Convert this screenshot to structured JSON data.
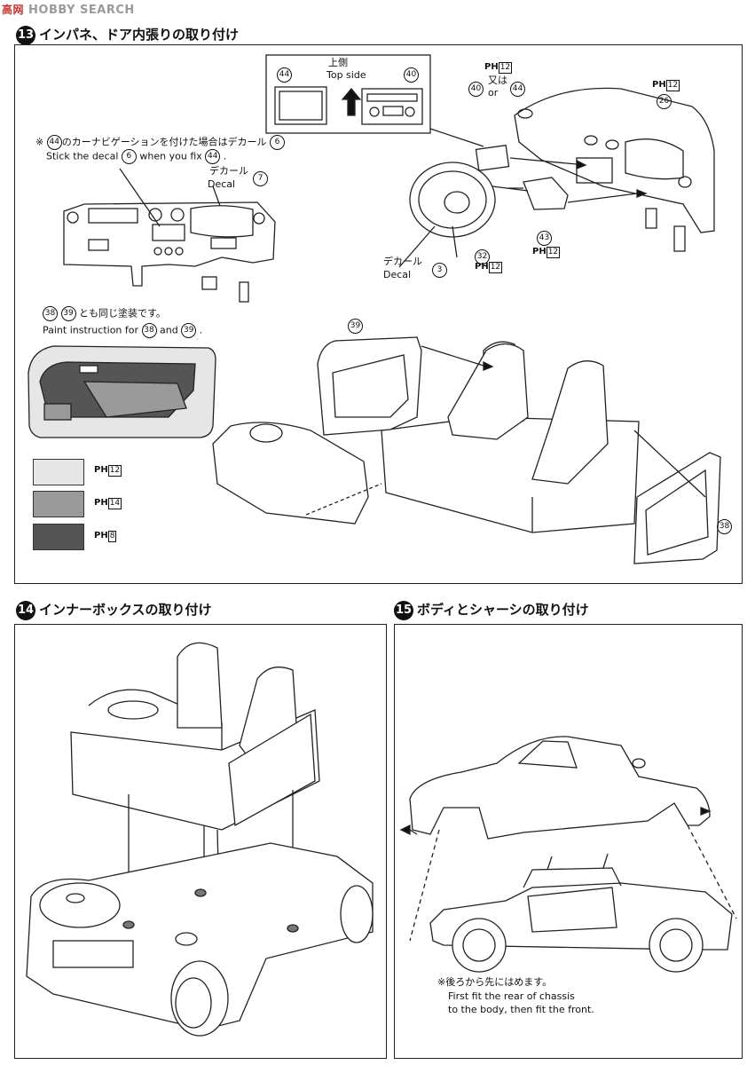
{
  "watermark": {
    "text": "HOBBY SEARCH",
    "cn": "高网"
  },
  "steps": [
    {
      "num": "13",
      "title": "インパネ、ドア内張りの取り付け"
    },
    {
      "num": "14",
      "title": "インナーボックスの取り付け"
    },
    {
      "num": "15",
      "title": "ボディとシャーシの取り付け"
    }
  ],
  "step13": {
    "top_side_jp": "上側",
    "top_side_en": "Top side",
    "part44": "44",
    "part40": "40",
    "or_jp": "又は",
    "or_en": "or",
    "part26": "26",
    "part43": "43",
    "part32": "32",
    "decal_jp": "デカール",
    "decal_en": "Decal",
    "decal3": "3",
    "decal7": "7",
    "decal6": "6",
    "note_mark": "※",
    "note_jp_a": "のカーナビゲーションを付けた場合はデカール",
    "note_en_a": "Stick the decal",
    "note_en_b": "when you fix",
    "note_en_c": ".",
    "paint_jp": "とも同じ塗装です。",
    "paint_en": "Paint instruction for",
    "paint_and": "and",
    "paint_end": ".",
    "part38": "38",
    "part39": "39",
    "ph_label": "PH",
    "ph12": "12",
    "ph14": "14",
    "ph8": "8"
  },
  "swatches": [
    {
      "color": "#e6e6e6",
      "code": "12"
    },
    {
      "color": "#9a9a9a",
      "code": "14"
    },
    {
      "color": "#555555",
      "code": "8"
    }
  ],
  "step15": {
    "note_jp": "※後ろから先にはめます。",
    "note_en1": "First fit the rear of chassis",
    "note_en2": "to the body, then fit the front."
  }
}
